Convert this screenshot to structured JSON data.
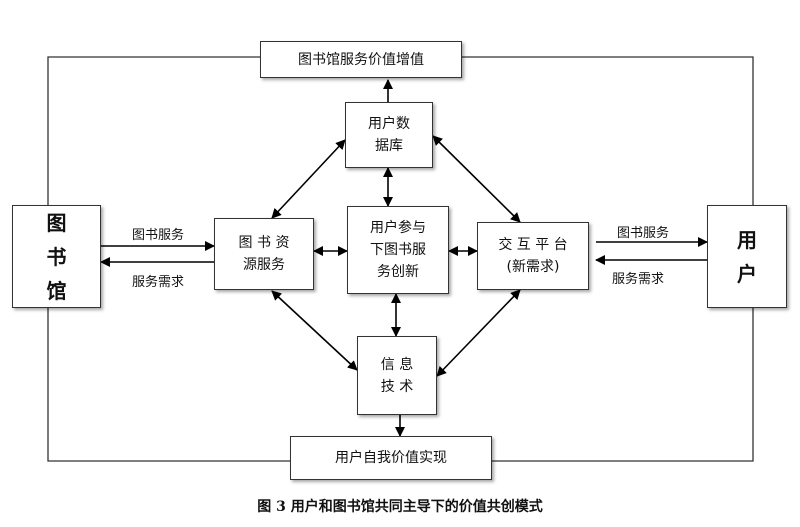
{
  "nodes": {
    "top": "图书馆服务价值增值",
    "user_db": "用户数\n据库",
    "library": "图\n书\n馆",
    "resource": "图 书 资\n源服务",
    "center": "用户参与\n下图书服\n务创新",
    "platform": "交 互 平 台\n(新需求)",
    "user": "用\n户",
    "it": "信  息\n技  术",
    "bottom": "用户自我价值实现"
  },
  "edges": {
    "library_to_resource": "图书服务",
    "resource_to_library": "服务需求",
    "platform_to_user": "图书服务",
    "user_to_platform": "服务需求"
  },
  "caption": "图 3   用户和图书馆共同主导下的价值共创模式"
}
